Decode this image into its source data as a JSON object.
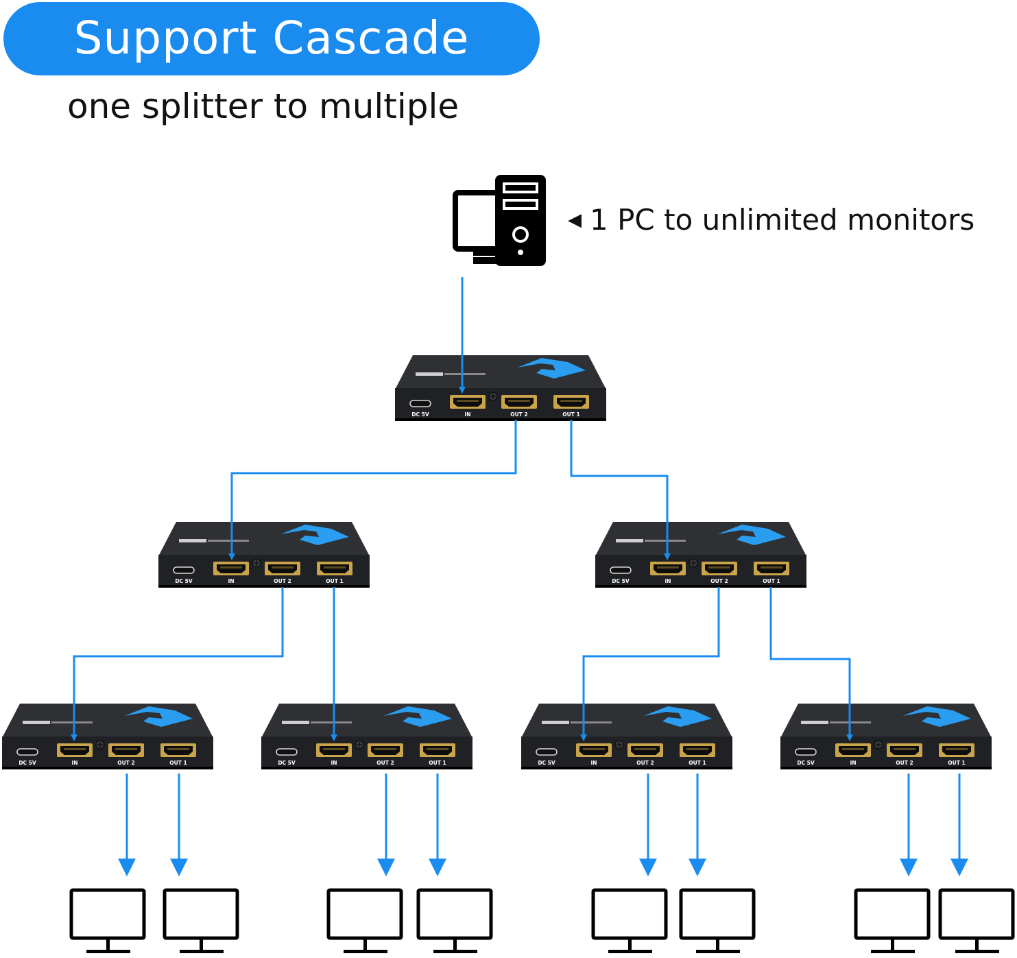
{
  "header": {
    "title": "Support Cascade",
    "subtitle": "one splitter to multiple"
  },
  "source": {
    "icon": "desktop-pc-icon",
    "caption": "1 PC to unlimited monitors"
  },
  "splitter": {
    "power_label": "DC 5V",
    "ports": [
      "IN",
      "OUT 2",
      "OUT 1"
    ],
    "icon": "hdmi-splitter-device"
  },
  "display": {
    "icon": "monitor-icon"
  },
  "colors": {
    "accent": "#1a8cf0",
    "device_body": "#1f2124",
    "logo": "#2b9df0",
    "port_gold": "#c9a44a"
  }
}
